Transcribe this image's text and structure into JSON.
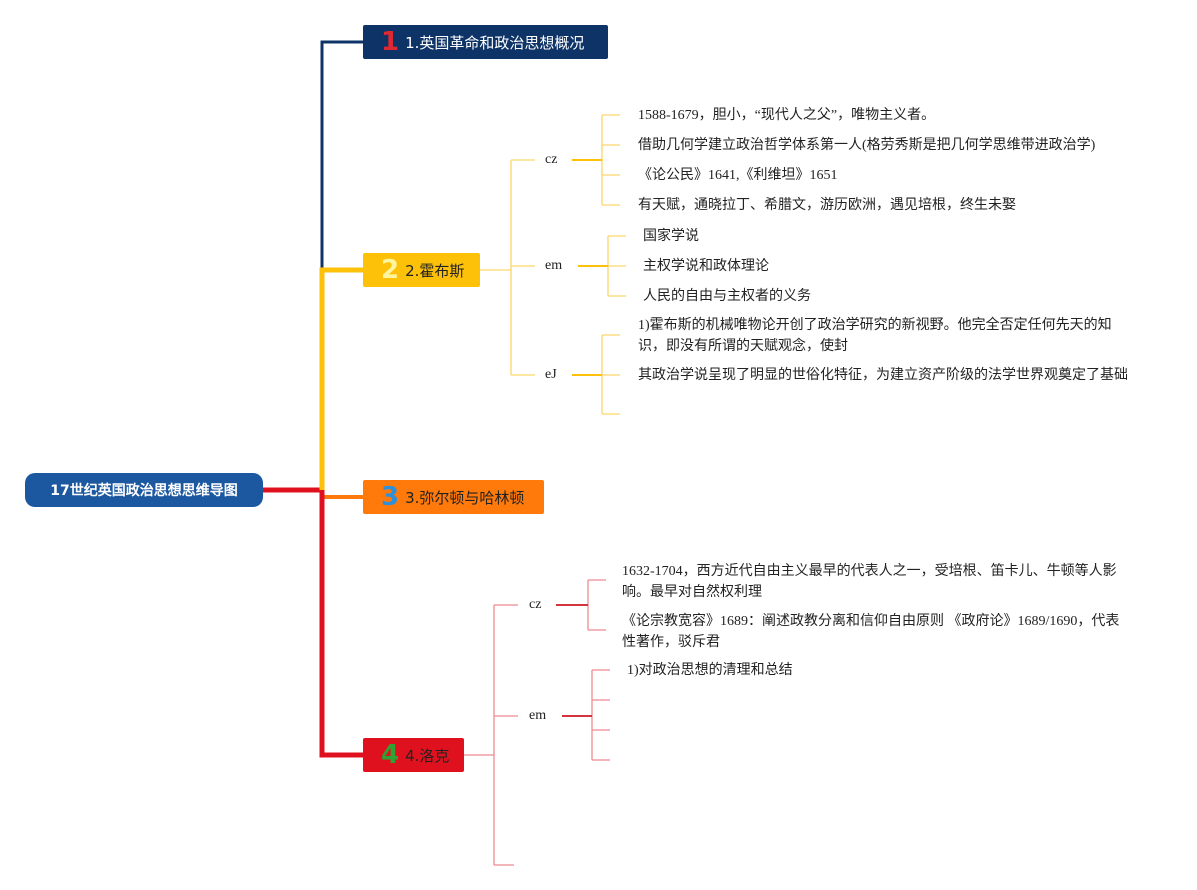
{
  "root": {
    "title": "17世纪英国政治思想思维导图"
  },
  "topics": [
    {
      "num": "1",
      "label": "1.英国革命和政治思想概况",
      "color": "#0e3467"
    },
    {
      "num": "2",
      "label": "2.霍布斯",
      "color": "#fec109",
      "children": [
        {
          "label": "cz",
          "leaves": [
            "1588-1679，胆小，“现代人之父”，唯物主义者。",
            "借助几何学建立政治哲学体系第一人(格劳秀斯是把几何学思维带进政治学)",
            "《论公民》1641,《利维坦》1651",
            "有天赋，通晓拉丁、希腊文，游历欧洲，遇见培根，终生未娶"
          ]
        },
        {
          "label": "em",
          "leaves": [
            "国家学说",
            "主权学说和政体理论",
            "人民的自由与主权者的义务"
          ]
        },
        {
          "label": "eJ",
          "leaves": [
            "1)霍布斯的机械唯物论开创了政治学研究的新视野。他完全否定任何先天的知识，即没有所谓的天赋观念，使封",
            "其政治学说呈现了明显的世俗化特征，为建立资产阶级的法学世界观奠定了基础",
            ""
          ]
        }
      ]
    },
    {
      "num": "3",
      "label": "3.弥尔顿与哈林顿",
      "color": "#ff7a0b"
    },
    {
      "num": "4",
      "label": "4.洛克",
      "color": "#e0111f",
      "children": [
        {
          "label": "cz",
          "leaves": [
            "1632-1704，西方近代自由主义最早的代表人之一，受培根、笛卡儿、牛顿等人影响。最早对自然权利理",
            "《论宗教宽容》1689：阐述政教分离和信仰自由原则 《政府论》1689/1690，代表性著作，驳斥君"
          ]
        },
        {
          "label": "em",
          "leaves": [
            "1)对政治思想的清理和总结",
            "",
            "",
            ""
          ]
        }
      ]
    }
  ]
}
